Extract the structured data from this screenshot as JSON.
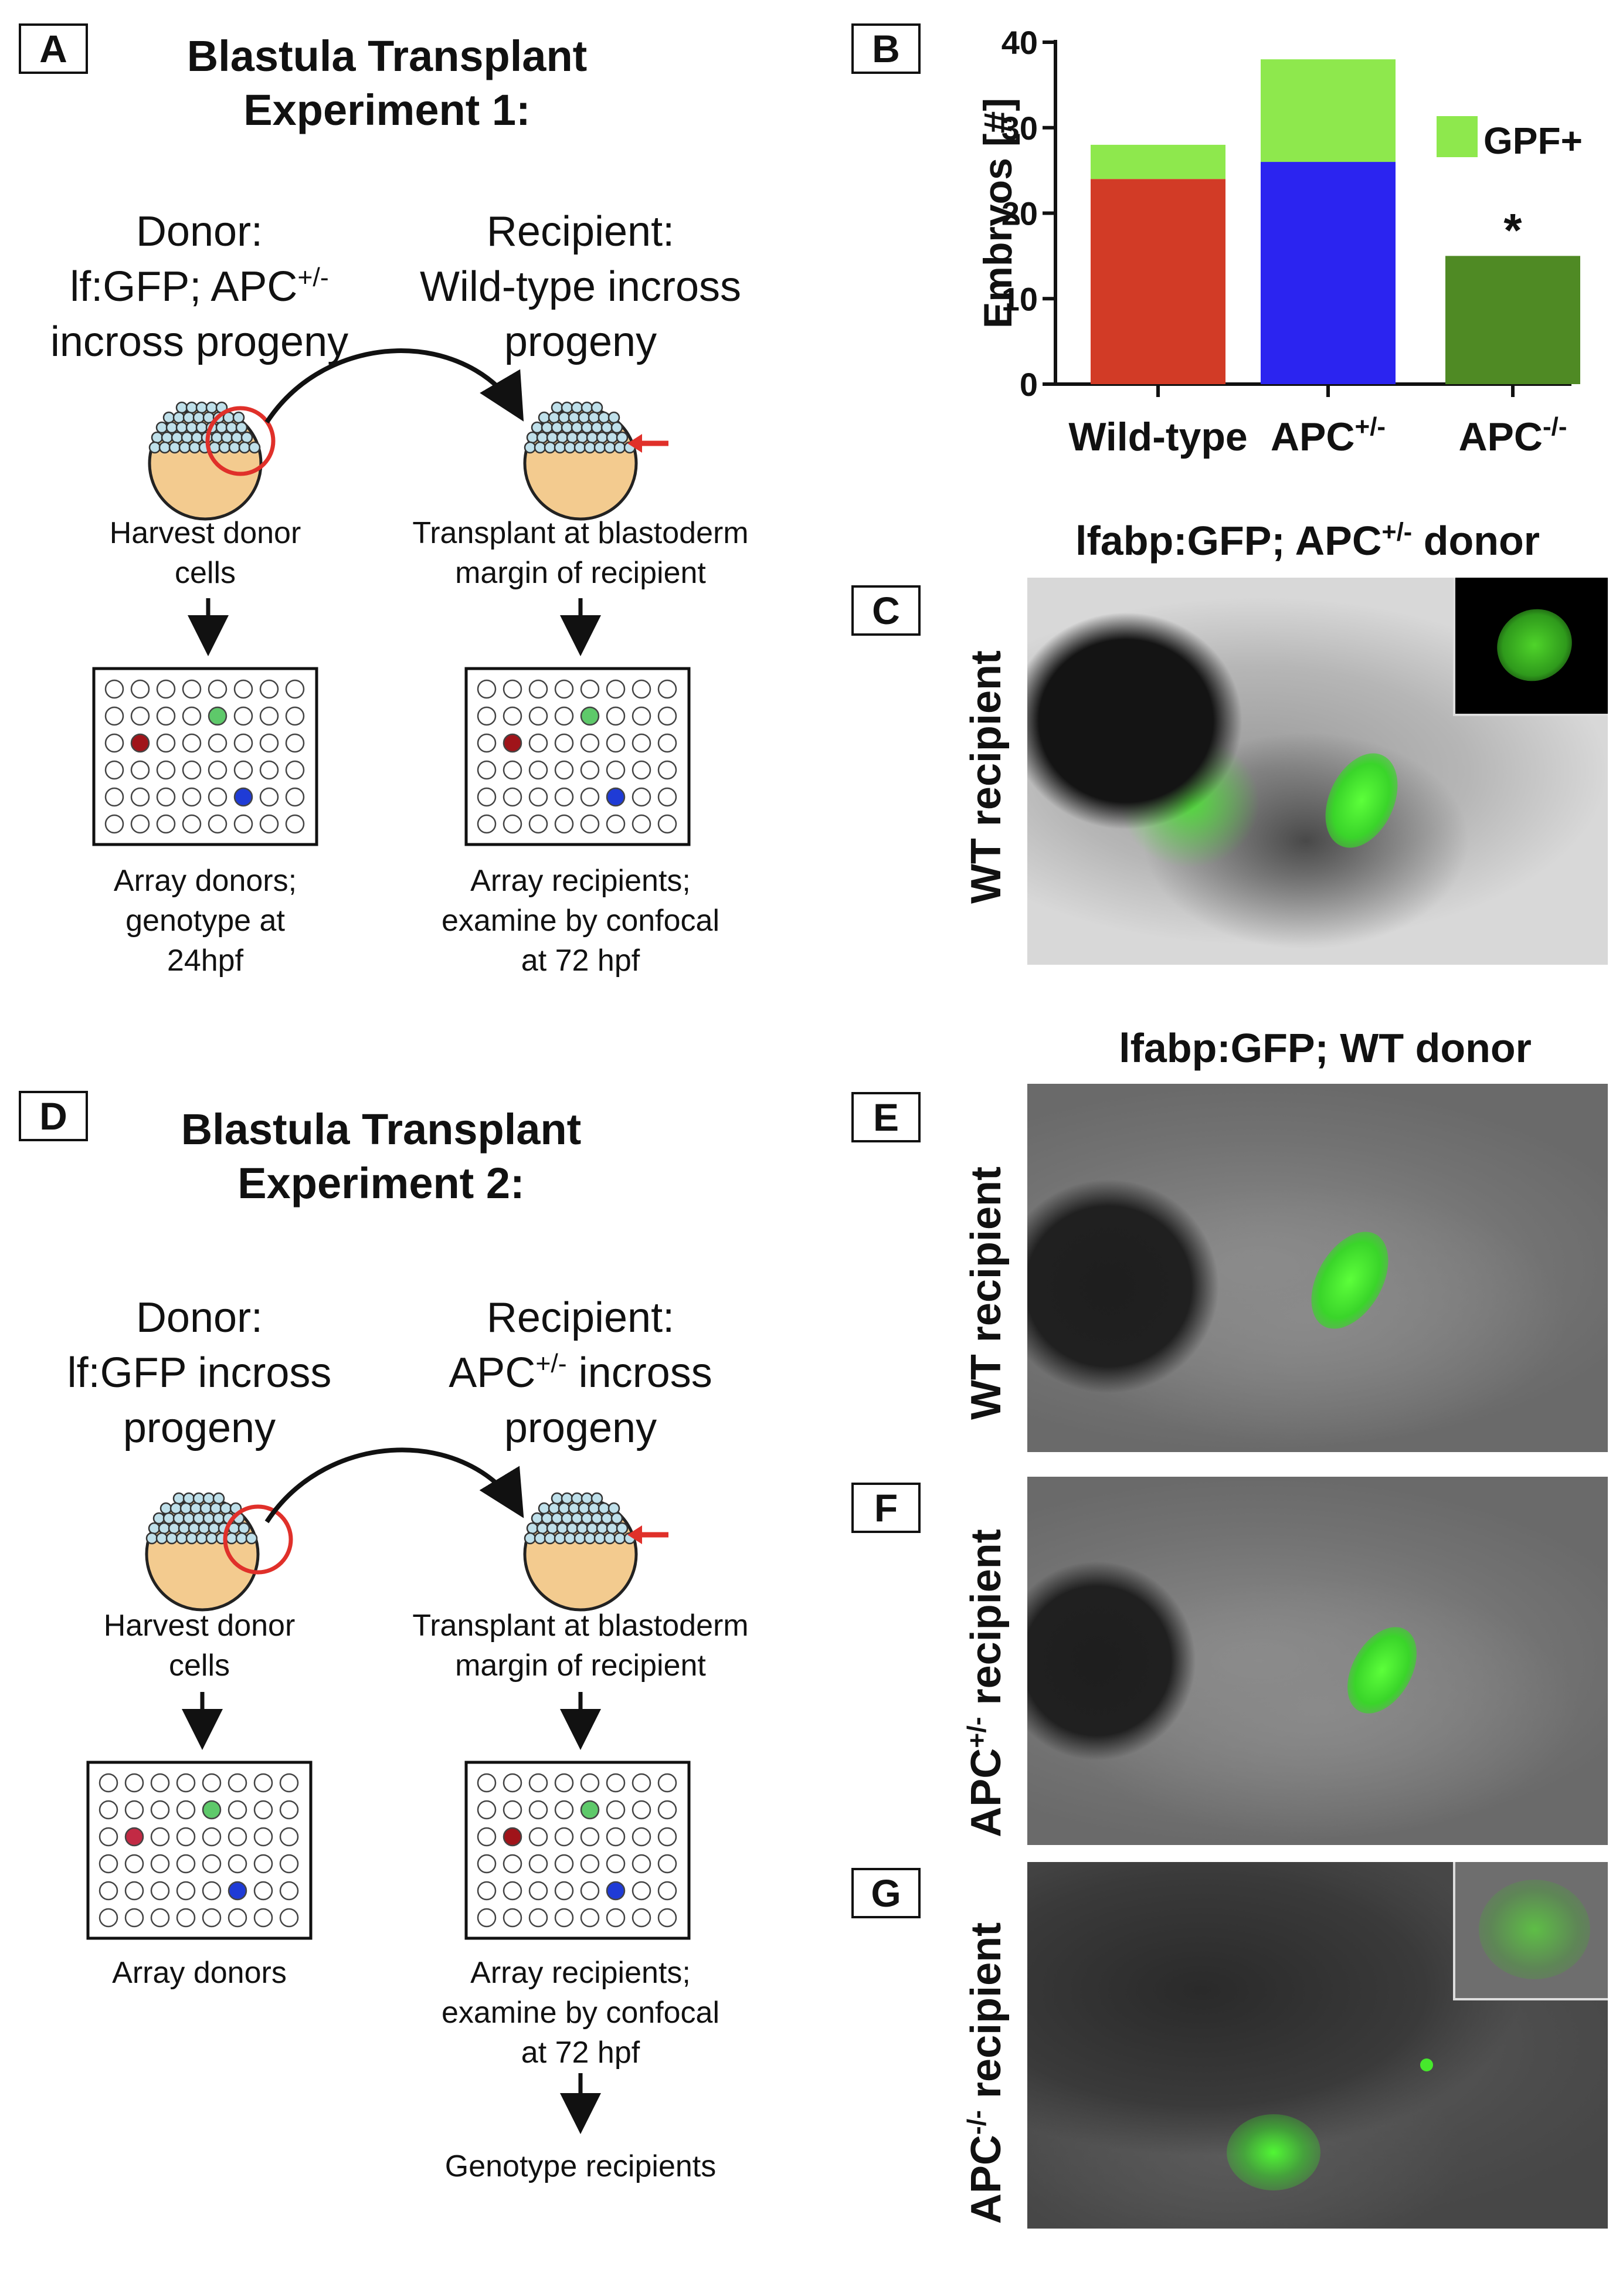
{
  "panels": {
    "A": {
      "label": "A",
      "title_line1": "Blastula Transplant",
      "title_line2": "Experiment 1:",
      "donor_line1": "Donor:",
      "donor_line2_pre": "lf:GFP; APC",
      "donor_line2_sup": "+/-",
      "donor_line3": "incross progeny",
      "recipient_line1": "Recipient:",
      "recipient_line2": "Wild-type incross",
      "recipient_line3": "progeny",
      "harvest_line1": "Harvest donor",
      "harvest_line2": "cells",
      "transplant_line1": "Transplant at blastoderm",
      "transplant_line2": "margin of recipient",
      "array_donor_line1": "Array donors;",
      "array_donor_line2": "genotype at",
      "array_donor_line3": "24hpf",
      "array_recipient_line1": "Array recipients;",
      "array_recipient_line2": "examine by confocal",
      "array_recipient_line3": "at 72 hpf"
    },
    "B": {
      "label": "B",
      "legend_label": "GPF+",
      "asterisk": "*"
    },
    "C": {
      "label": "C",
      "title_pre": "lfabp:GFP; APC",
      "title_sup": "+/-",
      "title_post": " donor",
      "side_label": "WT  recipient"
    },
    "D": {
      "label": "D",
      "title_line1": "Blastula Transplant",
      "title_line2": "Experiment 2:",
      "donor_line1": "Donor:",
      "donor_line2": "lf:GFP incross",
      "donor_line3": "progeny",
      "recipient_line1": "Recipient:",
      "recipient_line2_pre": "APC",
      "recipient_line2_sup": "+/-",
      "recipient_line2_post": " incross",
      "recipient_line3": "progeny",
      "harvest_line1": "Harvest donor",
      "harvest_line2": "cells",
      "transplant_line1": "Transplant at blastoderm",
      "transplant_line2": "margin of recipient",
      "array_donor_line1": "Array donors",
      "array_recipient_line1": "Array recipients;",
      "array_recipient_line2": "examine by confocal",
      "array_recipient_line3": "at 72 hpf",
      "genotype_line": "Genotype recipients"
    },
    "E": {
      "label": "E",
      "title": "lfabp:GFP; WT donor",
      "side_label": "WT recipient"
    },
    "F": {
      "label": "F",
      "side_pre": "APC",
      "side_sup": "+/-",
      "side_post": " recipient"
    },
    "G": {
      "label": "G",
      "side_pre": "APC",
      "side_sup": "-/-",
      "side_post": " recipient"
    }
  },
  "chart_data": {
    "type": "bar",
    "stacked": true,
    "ylabel": "Embryos [#]",
    "ylim": [
      0,
      40
    ],
    "yticks": [
      0,
      10,
      20,
      30,
      40
    ],
    "categories": [
      {
        "pre": "Wild-type",
        "sup": "",
        "name": "Wild-type"
      },
      {
        "pre": "APC",
        "sup": "+/-",
        "name": "APC+/-"
      },
      {
        "pre": "APC",
        "sup": "-/-",
        "name": "APC-/-"
      }
    ],
    "base_values": [
      24,
      26,
      15
    ],
    "gfp_values": [
      4,
      12,
      0
    ],
    "base_colors": [
      "#d23b26",
      "#2b24f0",
      "#4f8a24"
    ],
    "gfp_color": "#8ee84d",
    "legend": [
      {
        "name": "GPF+",
        "color": "#8ee84d"
      }
    ],
    "grid": false
  },
  "colors": {
    "yolk": "#f3cb8f",
    "circle_red": "#e0302a",
    "dot_green": "#5ec96a",
    "dot_red": "#a0141a",
    "dot_red_d": "#c22a44",
    "dot_blue": "#1f3bd6",
    "gfp_green": "#46e82c"
  }
}
